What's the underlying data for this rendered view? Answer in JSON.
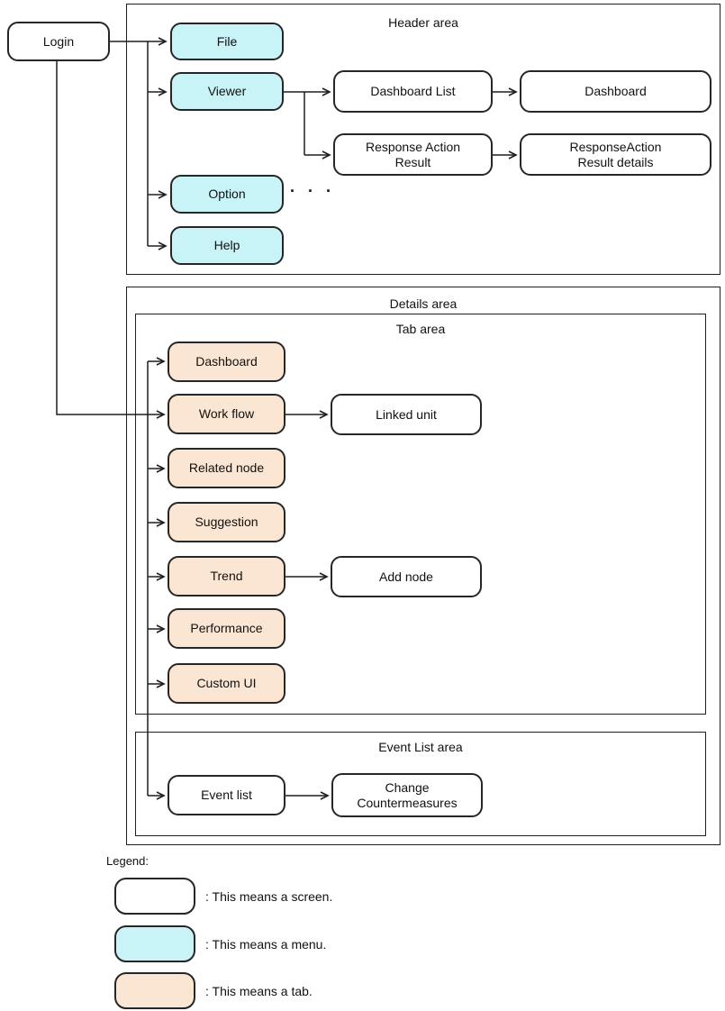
{
  "areas": {
    "header": "Header area",
    "details": "Details area",
    "tab": "Tab area",
    "event_list": "Event List area"
  },
  "nodes": {
    "login": "Login",
    "menus": {
      "file": "File",
      "viewer": "Viewer",
      "option": "Option",
      "help": "Help"
    },
    "header_screens": {
      "dashboard_list": "Dashboard List",
      "dashboard": "Dashboard",
      "response_action_result": "Response Action\nResult",
      "response_action_result_details": "ResponseAction\nResult details"
    },
    "tabs": {
      "dashboard": "Dashboard",
      "work_flow": "Work flow",
      "related_node": "Related node",
      "suggestion": "Suggestion",
      "trend": "Trend",
      "performance": "Performance",
      "custom_ui": "Custom UI"
    },
    "tab_screens": {
      "linked_unit": "Linked unit",
      "add_node": "Add node"
    },
    "event_screens": {
      "event_list": "Event list",
      "change_countermeasures": "Change\nCountermeasures"
    }
  },
  "ellipsis": ". . .",
  "legend": {
    "title": "Legend:",
    "items": [
      {
        "type": "screen",
        "label": ": This means a screen."
      },
      {
        "type": "menu",
        "label": ": This means a menu."
      },
      {
        "type": "tab",
        "label": ": This means a tab."
      }
    ]
  },
  "colors": {
    "screen_fill": "#ffffff",
    "menu_fill": "#c9f4f7",
    "tab_fill": "#fae6d3",
    "line": "#1f1f1f"
  }
}
